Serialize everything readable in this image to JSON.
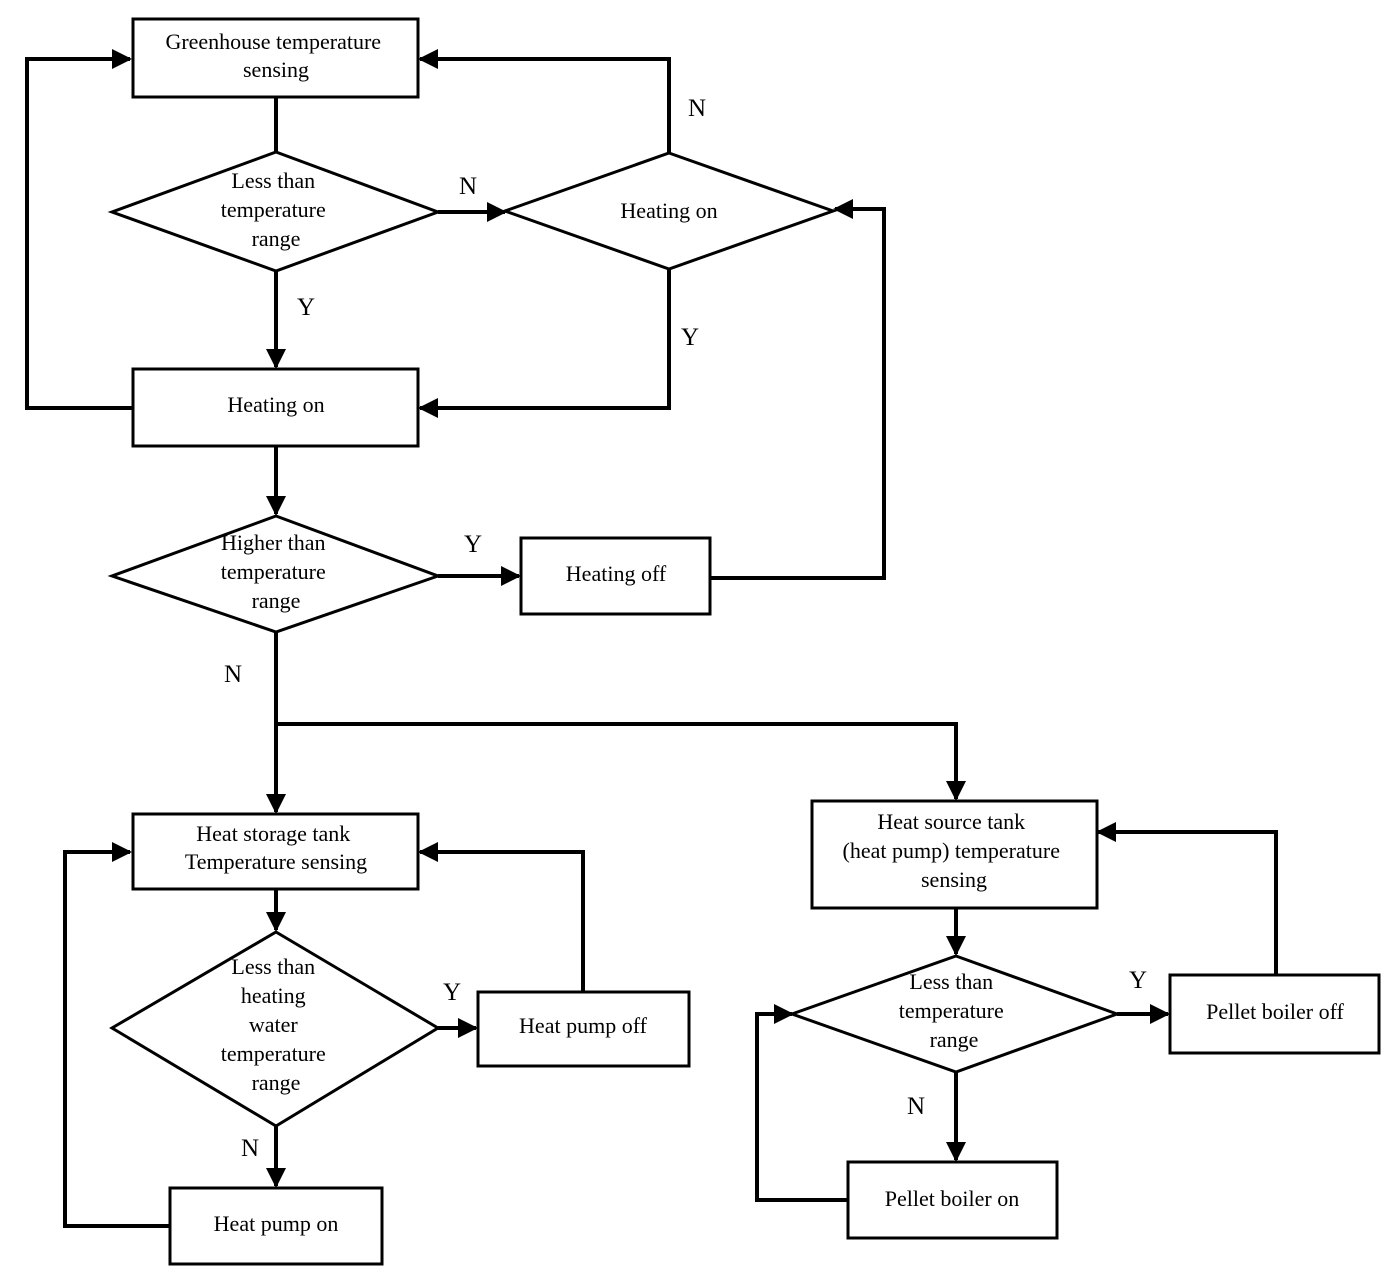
{
  "colors": {
    "stroke": "#000000",
    "background": "#ffffff"
  },
  "nodes": {
    "greenhouse_sensing": [
      "Greenhouse temperature",
      "sensing"
    ],
    "less_than_range_1": [
      "Less than",
      "temperature",
      "range"
    ],
    "heating_on_check": [
      "Heating on"
    ],
    "heating_on_box": [
      "Heating on"
    ],
    "higher_than_range": [
      "Higher than",
      "temperature",
      "range"
    ],
    "heating_off": [
      "Heating off"
    ],
    "storage_tank_sensing": [
      "Heat storage tank",
      "Temperature sensing"
    ],
    "less_than_heating_water": [
      "Less than",
      "heating",
      "water",
      "temperature",
      "range"
    ],
    "heat_pump_off": [
      "Heat pump off"
    ],
    "heat_pump_on": [
      "Heat pump on"
    ],
    "source_tank_sensing": [
      "Heat source tank",
      "(heat  pump) temperature",
      "sensing"
    ],
    "less_than_range_2": [
      "Less than",
      "temperature",
      "range"
    ],
    "pellet_boiler_off": [
      "Pellet boiler off"
    ],
    "pellet_boiler_on": [
      "Pellet boiler on"
    ]
  },
  "edge_labels": {
    "e1_yes": "Y",
    "e1_no": "N",
    "e2_yes": "Y",
    "e2_no": "N",
    "e3_yes": "Y",
    "e3_no": "N",
    "e4_yes": "Y",
    "e4_no": "N",
    "e5_yes": "Y",
    "e5_no": "N"
  }
}
